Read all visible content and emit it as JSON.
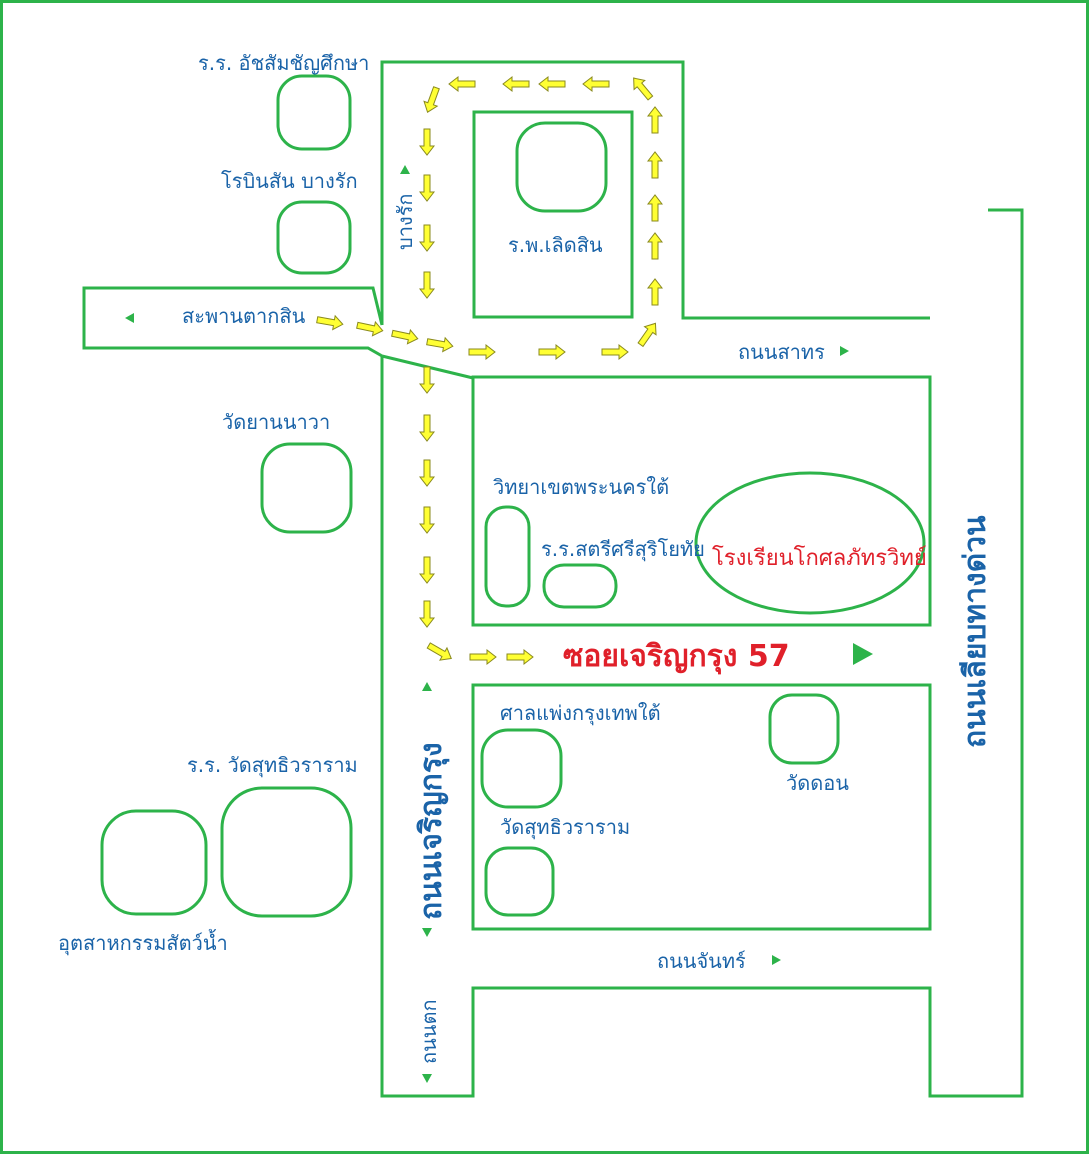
{
  "colors": {
    "road": "#2db34a",
    "label": "#1a63a8",
    "highlight": "#e0202a",
    "route_arrow": "#ffff33"
  },
  "landmarks": {
    "assumption_suksa": "ร.ร. อัชสัมชัญศึกษา",
    "robinson_bangrak": "โรบินสัน บางรัก",
    "lerdsin_hospital": "ร.พ.เลิดสิน",
    "wat_yannawa": "วัดยานนาวา",
    "wittaya_khet": "วิทยาเขตพระนครใต้",
    "satri_sri_suriyothai": "ร.ร.สตรีศรีสุริโยทัย",
    "school_target": "โรงเรียนโกศลภัทรวิทย์",
    "wat_suthi_school": "ร.ร. วัดสุทธิวราราม",
    "fishery": "อุตสาหกรรมสัตว์น้ำ",
    "civil_court": "ศาลแพ่งกรุงเทพใต้",
    "wat_suthi": "วัดสุทธิวราราม",
    "wat_don": "วัดดอน"
  },
  "roads": {
    "saphan_taksin": "สะพานตากสิน",
    "bangrak": "บางรัก",
    "sathorn": "ถนนสาทร",
    "charoen_krung_57": "ซอยเจริญกรุง 57",
    "charoen_krung": "ถนนเจริญกรุง",
    "chan": "ถนนจันทร์",
    "thanon_tok": "ถนนตก",
    "expressway": "ถนนเลียบทางด่วน"
  }
}
